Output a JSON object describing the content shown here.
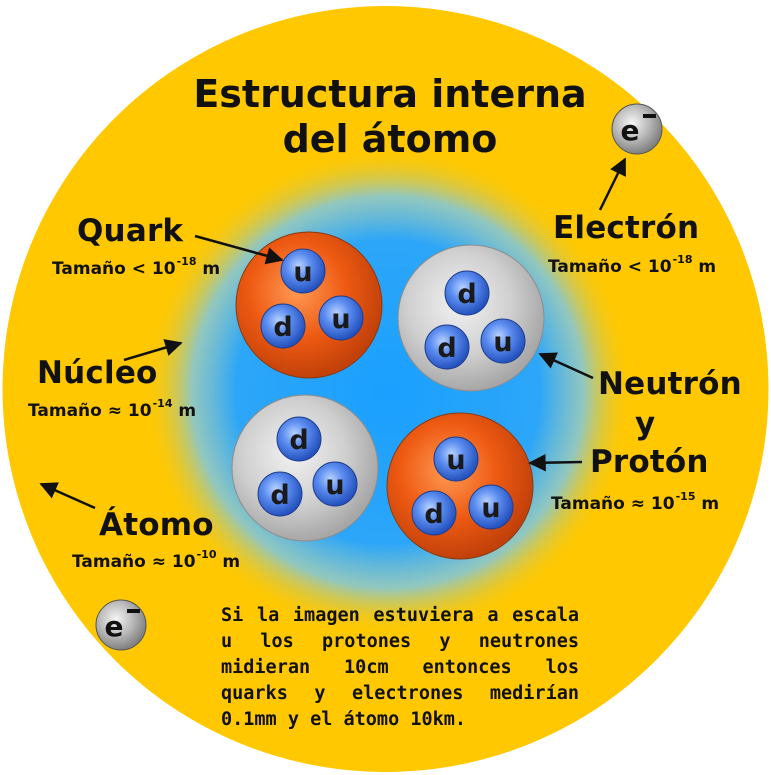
{
  "title": {
    "line1": "Estructura interna",
    "line2": "del átomo"
  },
  "labels": {
    "quark": {
      "name": "Quark",
      "size_prefix": "Tamaño < 10",
      "size_exp": "-18",
      "size_unit": " m"
    },
    "electron": {
      "name": "Electrón",
      "size_prefix": "Tamaño < 10",
      "size_exp": "-18",
      "size_unit": " m"
    },
    "nucleus": {
      "name": "Núcleo",
      "size_prefix": "Tamaño ≈ 10",
      "size_exp": "-14",
      "size_unit": " m"
    },
    "neutron_proton": {
      "line1": "Neutrón",
      "line2": "y",
      "line3": "Protón",
      "size_prefix": "Tamaño ≈ 10",
      "size_exp": "-15",
      "size_unit": " m"
    },
    "atom": {
      "name": "Átomo",
      "size_prefix": "Tamaño ≈ 10",
      "size_exp": "-10",
      "size_unit": " m"
    }
  },
  "electron_symbol": "e",
  "quark_letters": {
    "up": "u",
    "down": "d"
  },
  "scale_note": "Si la imagen estuviera a escala u los protones y neutrones midieran 10cm entonces los quarks y electrones medirían 0.1mm y el átomo 10km.",
  "colors": {
    "atom_fill": "#FFC800",
    "nucleus_glow": "#1AA0FF",
    "proton": "#E8560F",
    "neutron": "#C8C8C8",
    "quark": "#3A6FE0",
    "electron": "#9A9A9A"
  }
}
